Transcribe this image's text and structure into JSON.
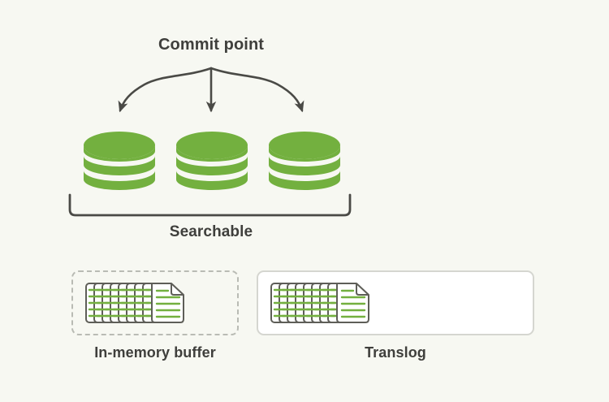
{
  "diagram": {
    "title_label": "Commit point",
    "searchable_label": "Searchable",
    "inmemory_label": "In-memory buffer",
    "translog_label": "Translog",
    "colors": {
      "background": "#f7f8f2",
      "green": "#73b03f",
      "ink": "#3f3f3c",
      "stroke": "#4a4a46",
      "dashed_border": "#b9bbb4",
      "solid_border": "#d5d6d0",
      "panel_fill": "#ffffff"
    },
    "segments": [
      {
        "name": "segment-1"
      },
      {
        "name": "segment-2"
      },
      {
        "name": "segment-3"
      }
    ],
    "arrows": [
      {
        "name": "arrow-left",
        "target": "segment-1"
      },
      {
        "name": "arrow-center",
        "target": "segment-2"
      },
      {
        "name": "arrow-right",
        "target": "segment-3"
      }
    ],
    "icons": {
      "segment": "database-cylinder-icon",
      "documents": "document-stack-icon",
      "bracket": "brace-bracket-icon"
    }
  }
}
